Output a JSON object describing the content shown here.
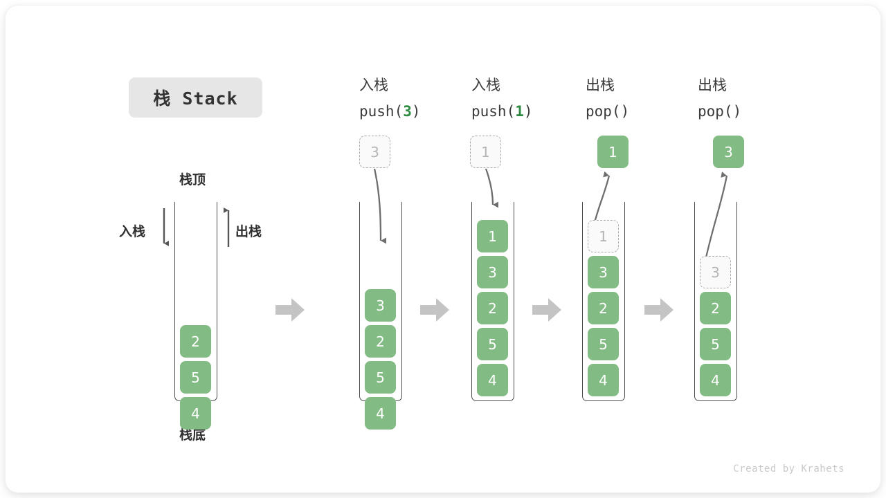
{
  "title": {
    "text": "栈 Stack"
  },
  "legend": {
    "top_label": "栈顶",
    "bottom_label": "栈底",
    "push_label": "入栈",
    "pop_label": "出栈"
  },
  "credit": "Created by Krahets",
  "colors": {
    "cell_fill": "#82bc84",
    "cell_text": "#ffffff",
    "ghost_fill": "#fafafa",
    "ghost_border": "#a9a9a9",
    "ghost_text": "#b4b4b4",
    "arrow_gray": "#c4c4c4",
    "curve_arrow": "#6e6e6e",
    "title_chip_bg": "#e6e6e6",
    "accent_green": "#2e8b42"
  },
  "stages": [
    {
      "id": "initial",
      "op_cn": "",
      "op_code_before": "",
      "op_code_num": "",
      "op_code_after": "",
      "float_cell": null,
      "cells": [
        {
          "value": "2",
          "state": "filled"
        },
        {
          "value": "5",
          "state": "filled"
        },
        {
          "value": "4",
          "state": "filled"
        }
      ]
    },
    {
      "id": "push-3",
      "op_cn": "入栈",
      "op_code_before": "push(",
      "op_code_num": "3",
      "op_code_after": ")",
      "float_cell": {
        "value": "3",
        "state": "ghost"
      },
      "cells": [
        {
          "value": "3",
          "state": "filled"
        },
        {
          "value": "2",
          "state": "filled"
        },
        {
          "value": "5",
          "state": "filled"
        },
        {
          "value": "4",
          "state": "filled"
        }
      ]
    },
    {
      "id": "push-1",
      "op_cn": "入栈",
      "op_code_before": "push(",
      "op_code_num": "1",
      "op_code_after": ")",
      "float_cell": {
        "value": "1",
        "state": "ghost"
      },
      "cells": [
        {
          "value": "1",
          "state": "filled"
        },
        {
          "value": "3",
          "state": "filled"
        },
        {
          "value": "2",
          "state": "filled"
        },
        {
          "value": "5",
          "state": "filled"
        },
        {
          "value": "4",
          "state": "filled"
        }
      ]
    },
    {
      "id": "pop-1",
      "op_cn": "出栈",
      "op_code_before": "pop(",
      "op_code_num": "",
      "op_code_after": ")",
      "float_cell": {
        "value": "1",
        "state": "filled"
      },
      "cells": [
        {
          "value": "1",
          "state": "ghost"
        },
        {
          "value": "3",
          "state": "filled"
        },
        {
          "value": "2",
          "state": "filled"
        },
        {
          "value": "5",
          "state": "filled"
        },
        {
          "value": "4",
          "state": "filled"
        }
      ]
    },
    {
      "id": "pop-3",
      "op_cn": "出栈",
      "op_code_before": "pop(",
      "op_code_num": "",
      "op_code_after": ")",
      "float_cell": {
        "value": "3",
        "state": "filled"
      },
      "cells": [
        {
          "value": "3",
          "state": "ghost"
        },
        {
          "value": "2",
          "state": "filled"
        },
        {
          "value": "5",
          "state": "filled"
        },
        {
          "value": "4",
          "state": "filled"
        }
      ]
    }
  ],
  "transition_arrows": [
    {
      "from": "initial",
      "to": "push-3"
    },
    {
      "from": "push-3",
      "to": "push-1"
    },
    {
      "from": "push-1",
      "to": "pop-1"
    },
    {
      "from": "pop-1",
      "to": "pop-3"
    }
  ]
}
